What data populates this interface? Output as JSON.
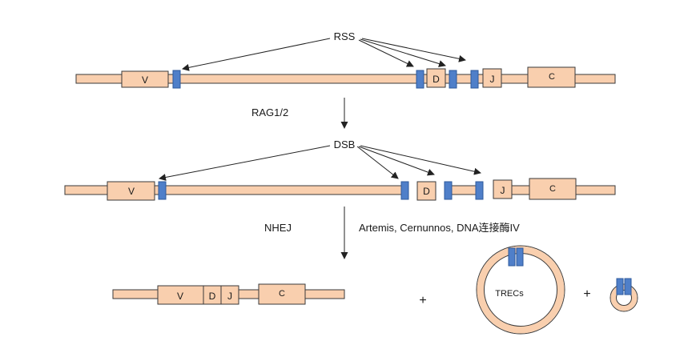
{
  "labels": {
    "rss": "RSS",
    "rag": "RAG1/2",
    "dsb": "DSB",
    "nhej": "NHEJ",
    "enzymes": "Artemis, Cernunnos, DNA连接酶IV",
    "trecs": "TRECs",
    "plus": "+"
  },
  "segments": {
    "v": "V",
    "d": "D",
    "j": "J",
    "c": "C"
  },
  "colors": {
    "strand": "#f9cfae",
    "rss_signal": "#4f7fc9",
    "outline": "#3a3a3a",
    "arrow": "#222222"
  }
}
